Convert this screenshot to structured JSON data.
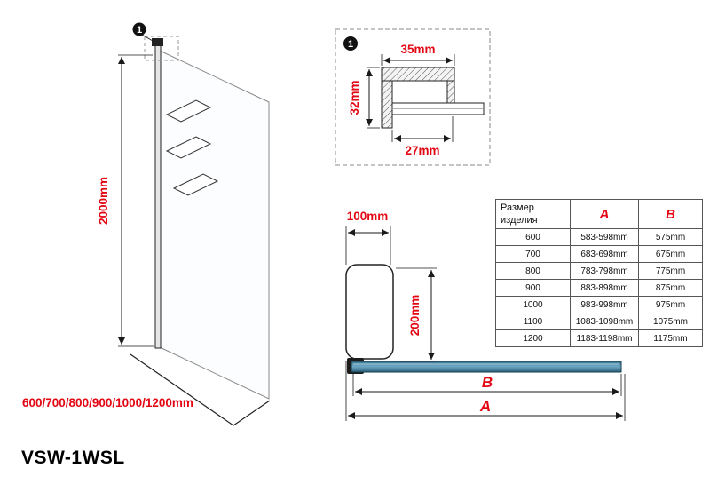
{
  "callout": {
    "label": "1"
  },
  "model_label": "VSW-1WSL",
  "colors": {
    "dimension_text": "#e30613",
    "bar_fill": "#3f81a1",
    "line": "#1a1a1a"
  },
  "panel_view": {
    "height_dim": "2000mm",
    "width_options": "600/700/800/900/1000/1200mm"
  },
  "detail_view": {
    "width_dim": "35mm",
    "height_dim": "32mm",
    "inner_dim": "27mm"
  },
  "bar_view": {
    "bracket_width_dim": "100mm",
    "bracket_height_dim": "200mm",
    "dim_b_label": "B",
    "dim_a_label": "A"
  },
  "size_table": {
    "headers": [
      "Размер изделия",
      "A",
      "B"
    ],
    "rows": [
      [
        "600",
        "583-598mm",
        "575mm"
      ],
      [
        "700",
        "683-698mm",
        "675mm"
      ],
      [
        "800",
        "783-798mm",
        "775mm"
      ],
      [
        "900",
        "883-898mm",
        "875mm"
      ],
      [
        "1000",
        "983-998mm",
        "975mm"
      ],
      [
        "1100",
        "1083-1098mm",
        "1075mm"
      ],
      [
        "1200",
        "1183-1198mm",
        "1175mm"
      ]
    ]
  }
}
